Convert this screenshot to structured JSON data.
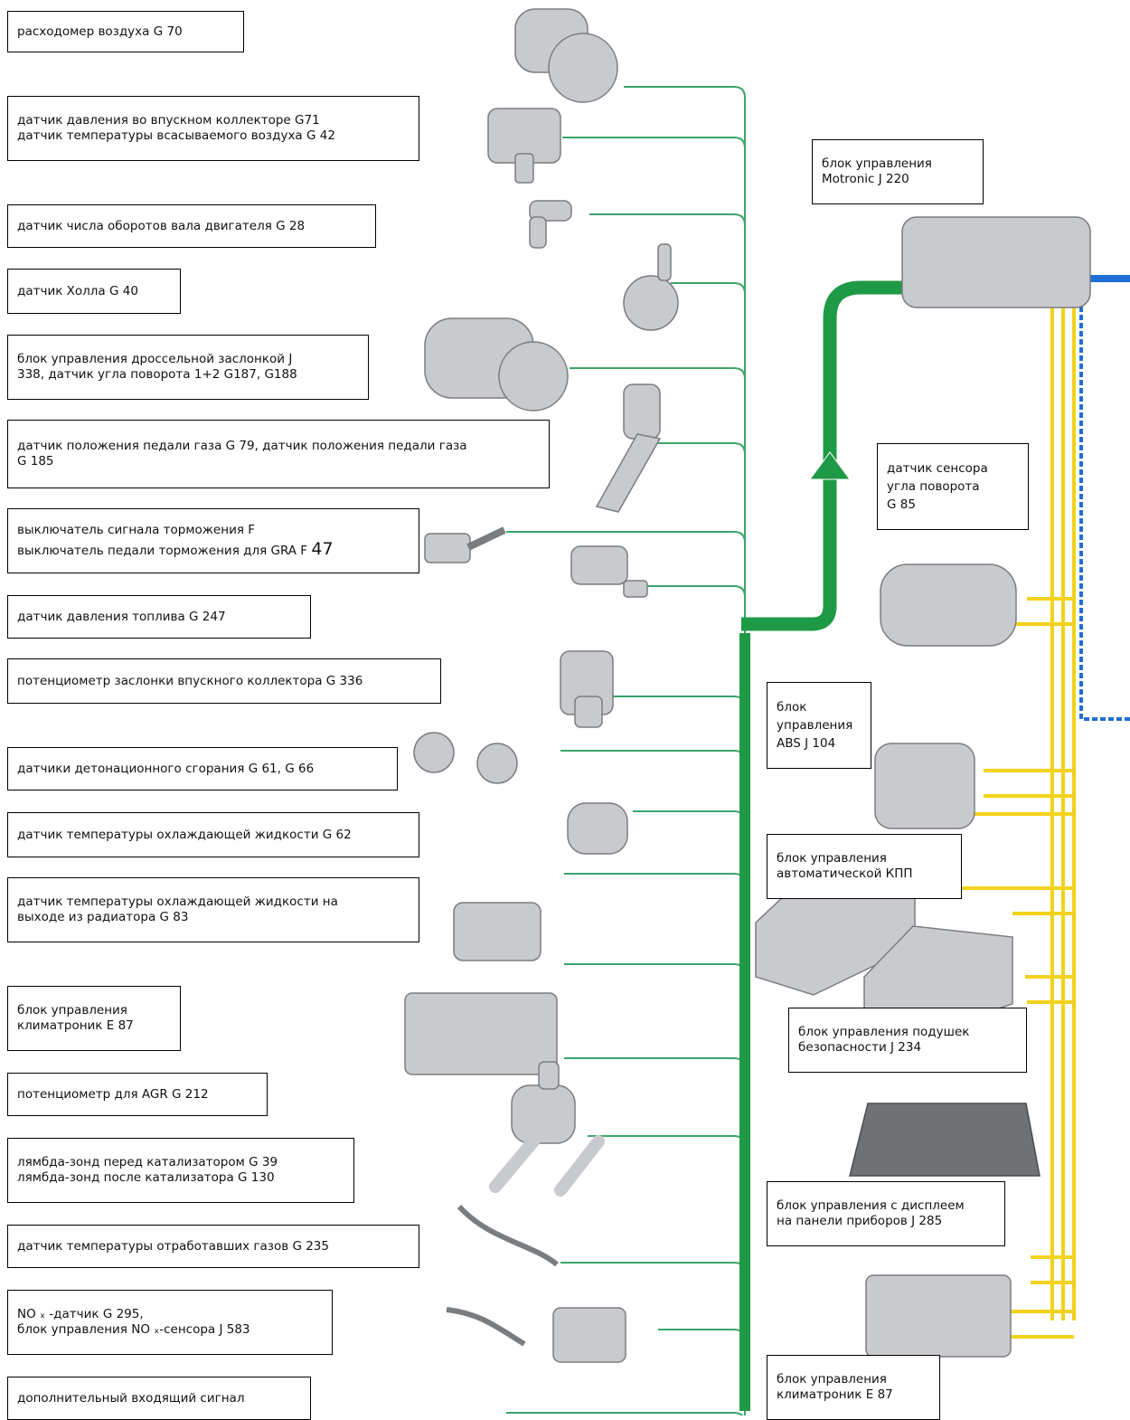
{
  "colors": {
    "input_bus": "#1e9a46",
    "input_lead": "#3aa56a",
    "can_bus": "#f2d21b",
    "blue_bus": "#1f6fd6",
    "part": "#c8cacd"
  },
  "inputs": [
    {
      "lines": [
        "расходомер воздуха G 70"
      ],
      "icon": "air-mass-meter-icon"
    },
    {
      "lines": [
        "датчик давления во впускном коллекторе G71",
        "датчик температуры всасываемого воздуха G 42"
      ],
      "icon": "manifold-pressure-sensor-icon"
    },
    {
      "lines": [
        "датчик числа оборотов вала двигателя G 28"
      ],
      "icon": "engine-speed-sensor-icon"
    },
    {
      "lines": [
        "датчик Холла G 40"
      ],
      "icon": "hall-sensor-icon"
    },
    {
      "lines": [
        "блок управления дроссельной заслонкой J",
        "338, датчик угла поворота 1+2 G187, G188"
      ],
      "icon": "throttle-body-icon"
    },
    {
      "lines": [
        "датчик положения педали газа G 79, датчик положения педали газа",
        "G 185"
      ],
      "icon": "accelerator-pedal-icon"
    },
    {
      "lines": [
        "выключатель сигнала торможения F"
      ],
      "extra_text": "выключатель педали торможения для GRA F",
      "extra_big": "47",
      "icon": "brake-switch-icon"
    },
    {
      "lines": [
        "датчик давления топлива G 247"
      ],
      "icon": "fuel-pressure-sensor-icon"
    },
    {
      "lines": [
        "потенциометр заслонки впускного коллектора G 336"
      ],
      "icon": "intake-flap-potentiometer-icon"
    },
    {
      "lines": [
        "датчики детонационного сгорания G 61, G 66"
      ],
      "icon": "knock-sensor-icon"
    },
    {
      "lines": [
        "датчик температуры охлаждающей жидкости G  62"
      ],
      "icon": "coolant-temp-sensor-icon"
    },
    {
      "lines": [
        "датчик температуры охлаждающей жидкости на",
        "выходе из радиатора G  83"
      ],
      "icon": "radiator-temp-sensor-icon"
    },
    {
      "lines": [
        "блок управления",
        "климатроник E 87"
      ],
      "icon": "climatronic-panel-icon"
    },
    {
      "lines": [
        "потенциометр для AGR G 212"
      ],
      "icon": "egr-valve-icon"
    },
    {
      "lines": [
        "лямбда-зонд перед катализатором G 39",
        "лямбда-зонд после катализатора G 130"
      ],
      "icon": "lambda-probe-icon"
    },
    {
      "lines": [
        "датчик температуры отработавших газов G  235"
      ],
      "icon": "exhaust-temp-sensor-icon"
    },
    {
      "lines": [
        "NO ₓ -датчик G  295,",
        "блок управления NO ₓ-сенсора  J 583"
      ],
      "icon": "nox-sensor-icon"
    },
    {
      "lines": [
        "дополнительный входящий сигнал"
      ],
      "icon": ""
    }
  ],
  "outputs": [
    {
      "lines": [
        "блок управления",
        "Motronic J 220"
      ],
      "icon": "motronic-ecu-icon"
    },
    {
      "lines": [
        "датчик сенсора",
        "угла поворота",
        "G 85"
      ],
      "icon": "steering-angle-sensor-icon"
    },
    {
      "lines": [
        "блок",
        "управления",
        "ABS J 104"
      ],
      "icon": "abs-unit-icon"
    },
    {
      "lines": [
        "блок управления",
        "автоматической КПП"
      ],
      "icon": "transmission-ecu-icon"
    },
    {
      "lines": [
        "блок управления подушек",
        "безопасности J 234"
      ],
      "icon": "airbag-ecu-icon"
    },
    {
      "lines": [
        "блок управления с дисплеем",
        "на панели приборов J 285"
      ],
      "icon": "instrument-cluster-icon"
    },
    {
      "lines": [
        "блок управления",
        "климатроник E 87"
      ],
      "icon": "climatronic-panel-icon"
    }
  ]
}
